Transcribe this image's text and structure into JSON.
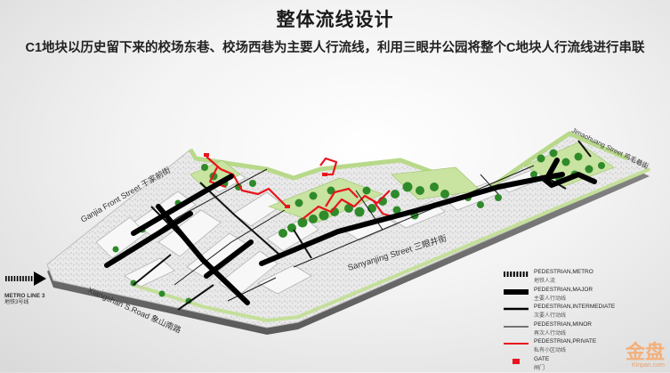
{
  "header": {
    "title": "整体流线设计",
    "subtitle": "C1地块以历史留下来的校场东巷、校场西巷为主要人行流线，利用三眼井公园将整个C地块人行流线进行串联"
  },
  "streets": {
    "ganjia": "Ganjia Front Street 干家前街",
    "jimaohuang": "Jimaohuang Street 鸡毛巷街",
    "sanyanjing": "Sanyanjing Street 三眼井街",
    "xiangshan": "Xiangshan S.Road 象山南路",
    "metro": "METRO LINE 3",
    "metro_cn": "地铁3号线"
  },
  "legend": [
    {
      "en": "PEDESTRIAN,METRO",
      "cn": "地铁人流",
      "style": "metro",
      "color": "#000000"
    },
    {
      "en": "PEDESTRIAN,MAJOR",
      "cn": "主要人行动线",
      "style": "major",
      "color": "#000000"
    },
    {
      "en": "PEDESTRIAN,INTERMEDIATE",
      "cn": "次要人行动线",
      "style": "intermediate",
      "color": "#000000"
    },
    {
      "en": "PEDESTRIAN,MINOR",
      "cn": "再次人行动线",
      "style": "minor",
      "color": "#000000"
    },
    {
      "en": "PEDESTRIAN,PRIVATE",
      "cn": "私有小区动线",
      "style": "private",
      "color": "#e8141c"
    },
    {
      "en": "GATE",
      "cn": "闸门",
      "style": "gate",
      "color": "#e8141c"
    }
  ],
  "watermark": {
    "cn": "金盘",
    "en": "Kinpan.com"
  }
}
